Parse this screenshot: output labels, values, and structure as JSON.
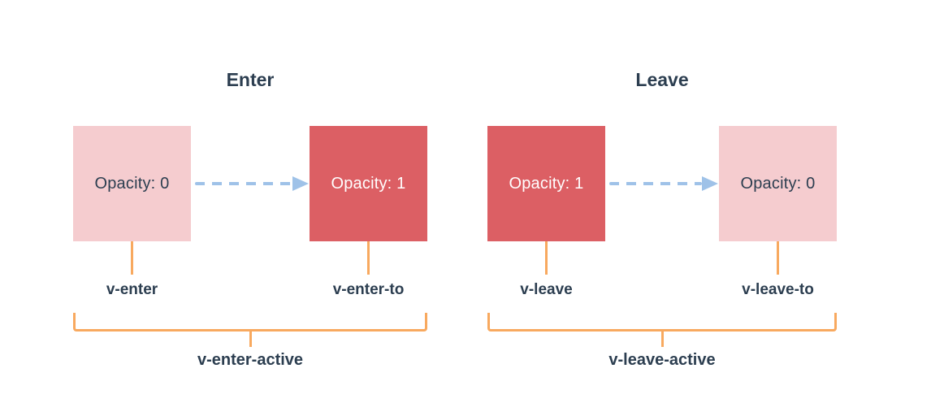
{
  "colors": {
    "navy": "#2c3e50",
    "pink": "#f5cccf",
    "red": "#dc5f64",
    "orange": "#f8a95f",
    "blue": "#9fc2e8",
    "white": "#ffffff"
  },
  "sections": [
    {
      "title": "Enter",
      "from_box": {
        "label": "Opacity: 0",
        "variant": "pink"
      },
      "to_box": {
        "label": "Opacity: 1",
        "variant": "red"
      },
      "from_class": "v-enter",
      "to_class": "v-enter-to",
      "active_class": "v-enter-active"
    },
    {
      "title": "Leave",
      "from_box": {
        "label": "Opacity: 1",
        "variant": "red"
      },
      "to_box": {
        "label": "Opacity: 0",
        "variant": "pink"
      },
      "from_class": "v-leave",
      "to_class": "v-leave-to",
      "active_class": "v-leave-active"
    }
  ]
}
